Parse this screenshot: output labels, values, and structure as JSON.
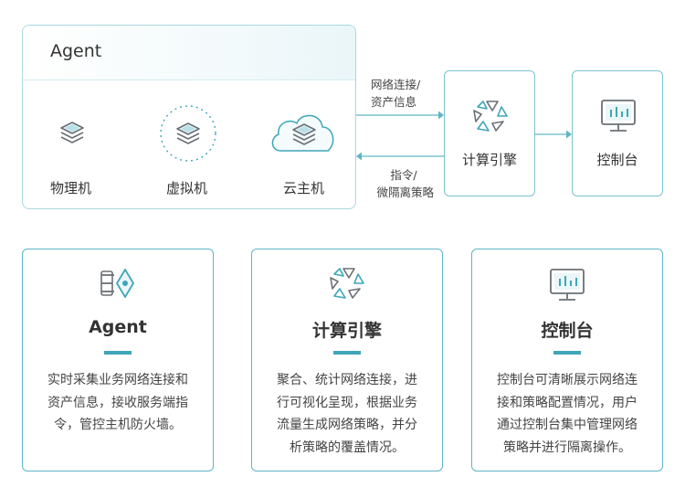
{
  "diagram": {
    "agent": {
      "title": "Agent",
      "nodes": [
        {
          "label": "物理机",
          "icon": "stack-icon"
        },
        {
          "label": "虚拟机",
          "icon": "stack-in-dashed-circle-icon"
        },
        {
          "label": "云主机",
          "icon": "stack-in-cloud-icon"
        }
      ]
    },
    "engine": {
      "label": "计算引擎",
      "icon": "compute-engine-icon"
    },
    "console": {
      "label": "控制台",
      "icon": "monitor-icon"
    },
    "flows": {
      "to_engine": [
        "网络连接/",
        "资产信息"
      ],
      "to_agent": [
        "指令/",
        "微隔离策略"
      ]
    }
  },
  "cards": [
    {
      "title": "Agent",
      "icon": "agent-icon",
      "desc": [
        "实时采集业务网络连接和",
        "资产信息，接收服务端指",
        "令，管控主机防火墙。"
      ]
    },
    {
      "title": "计算引擎",
      "icon": "compute-engine-icon",
      "desc": [
        "聚合、统计网络连接，进",
        "行可视化呈现，根据业务",
        "流量生成网络策略，并分",
        "析策略的覆盖情况。"
      ]
    },
    {
      "title": "控制台",
      "icon": "monitor-icon",
      "desc": [
        "控制台可清晰展示网络连",
        "接和策略配置情况，用户",
        "通过控制台集中管理网络",
        "策略并进行隔离操作。"
      ]
    }
  ],
  "colors": {
    "accent": "#3ea6b8",
    "border": "#7cc3cf",
    "icon_gray": "#8a8f94"
  }
}
